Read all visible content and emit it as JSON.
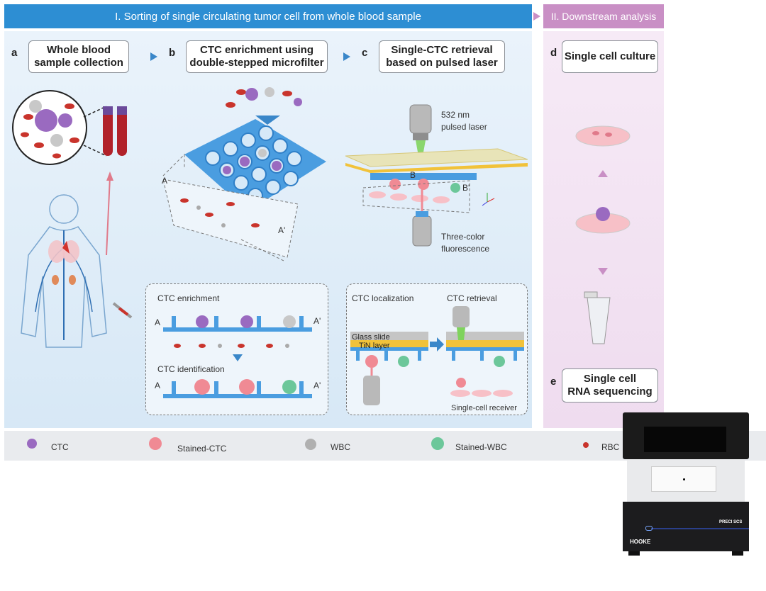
{
  "headers": {
    "sorting": "I. Sorting of single circulating tumor cell from whole blood sample",
    "downstream": "II. Downstream analysis"
  },
  "steps": {
    "a": {
      "letter": "a",
      "title": "Whole blood\nsample collection"
    },
    "b": {
      "letter": "b",
      "title": "CTC enrichment using\ndouble-stepped microfilter"
    },
    "c": {
      "letter": "c",
      "title": "Single-CTC retrieval\nbased on pulsed laser"
    },
    "d": {
      "letter": "d",
      "title": "Single cell culture"
    },
    "e": {
      "letter": "e",
      "title": "Single cell\nRNA sequencing"
    }
  },
  "labels": {
    "laser": "532 nm\npulsed laser",
    "fluor": "Three-color\nfluorescence",
    "a_mark": "A",
    "a_prime": "A'",
    "b_mark": "B",
    "b_prime": "B'",
    "ctc_enrichment": "CTC enrichment",
    "ctc_identification": "CTC identification",
    "ctc_localization": "CTC localization",
    "ctc_retrieval": "CTC retrieval",
    "glass_slide": "Glass slide",
    "tin_layer": "TiN layer",
    "receiver": "Single-cell receiver"
  },
  "legend": [
    {
      "name": "CTC",
      "color": "#9a6ac0"
    },
    {
      "name": "Stained-CTC",
      "color": "#f08a94"
    },
    {
      "name": "WBC",
      "color": "#b0b0b0"
    },
    {
      "name": "Stained-WBC",
      "color": "#6cc79a"
    },
    {
      "name": "RBC",
      "color": "#c9342c"
    }
  ],
  "device": {
    "model": "PRECI SCS",
    "brand": "HOOKE"
  },
  "colors": {
    "blue_header": "#2d8ed3",
    "purple_header": "#c98fc5",
    "filter_blue": "#4a9de0"
  }
}
